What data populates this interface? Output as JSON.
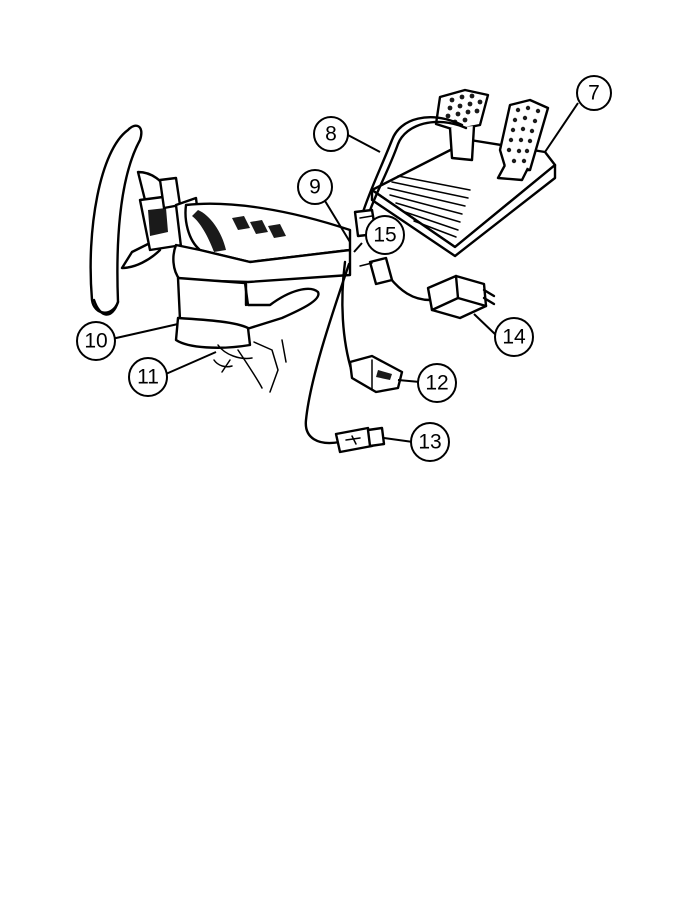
{
  "diagram": {
    "callouts": [
      "7",
      "8",
      "9",
      "10",
      "11",
      "12",
      "13",
      "14",
      "15"
    ]
  },
  "colors": {
    "line": "#000000",
    "background": "#ffffff"
  }
}
